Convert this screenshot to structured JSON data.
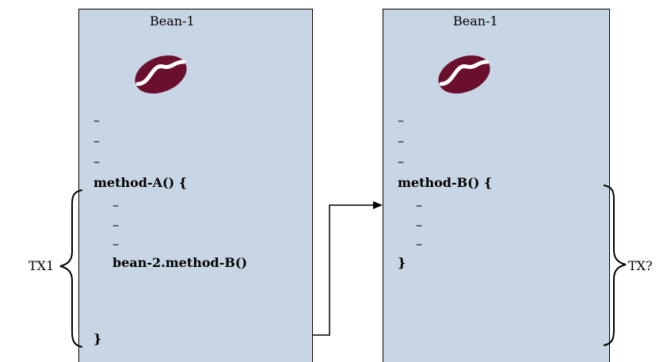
{
  "left_bean": {
    "title": "Bean-1",
    "lines": [
      "–",
      "–",
      "–"
    ],
    "method_signature": "method-A() {",
    "body_lines": [
      "–",
      "–",
      "–"
    ],
    "call": "bean-2.method-B()",
    "closing": "}"
  },
  "right_bean": {
    "title": "Bean-1",
    "lines": [
      "–",
      "–",
      "–"
    ],
    "method_signature": "method-B() {",
    "body_lines": [
      "–",
      "–",
      "–"
    ],
    "closing": "}"
  },
  "labels": {
    "tx_left": "TX1",
    "tx_right": "TX?"
  },
  "colors": {
    "box_fill": "#c8d5e4",
    "bean_fill": "#6b0f2e"
  },
  "icons": [
    "coffee-bean-icon"
  ]
}
